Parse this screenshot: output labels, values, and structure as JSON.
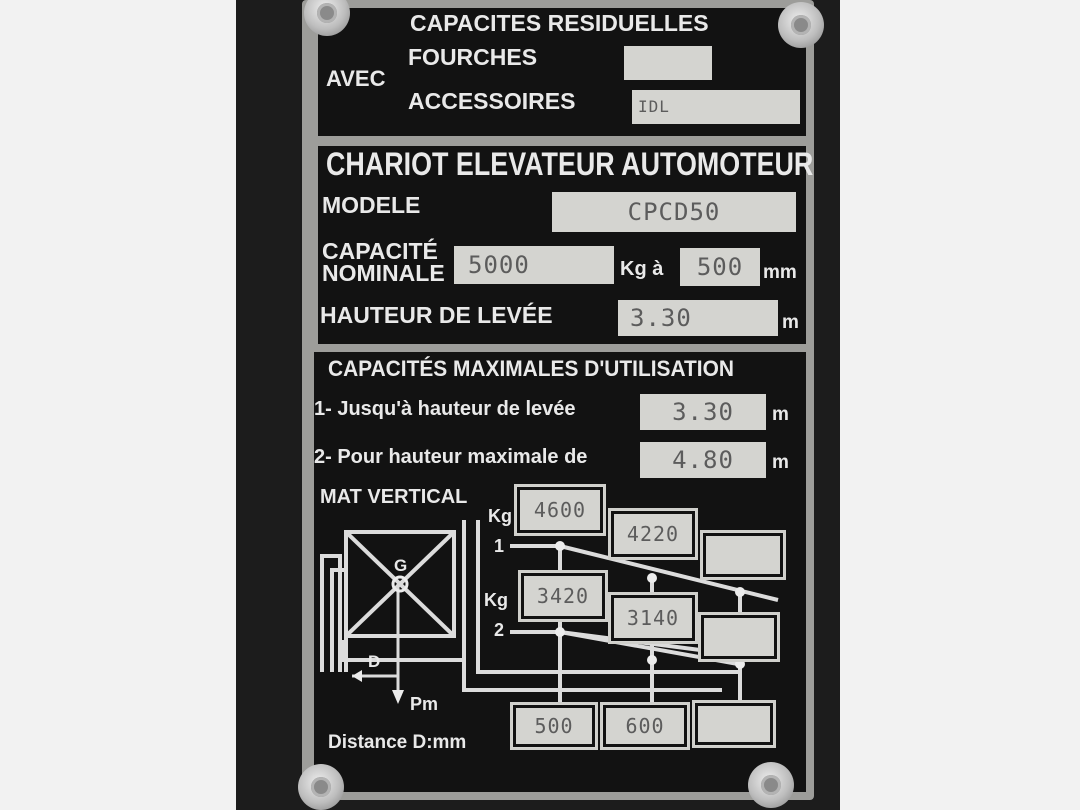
{
  "residual": {
    "title": "CAPACITES RESIDUELLES",
    "avec": "AVEC",
    "fourches": "FOURCHES",
    "fourches_value": "",
    "accessoires": "ACCESSOIRES",
    "accessoires_value": "IDL"
  },
  "main": {
    "title": "CHARIOT ELEVATEUR AUTOMOTEUR",
    "modele_label": "MODELE",
    "modele_value": "CPCD50",
    "capacite_label_1": "CAPACITÉ",
    "capacite_label_2": "NOMINALE",
    "capacite_value": "5000",
    "kg_a": "Kg à",
    "distance_value": "500",
    "mm": "mm",
    "hauteur_label": "HAUTEUR DE LEVÉE",
    "hauteur_value": "3.30",
    "m": "m"
  },
  "max": {
    "title": "CAPACITÉS MAXIMALES D'UTILISATION",
    "line1_label": "1- Jusqu'à hauteur de levée",
    "line1_value": "3.30",
    "line2_label": "2- Pour hauteur maximale de",
    "line2_value": "4.80",
    "unit_m": "m"
  },
  "diagram": {
    "mat_vertical": "MAT VERTICAL",
    "kg": "Kg",
    "row1": "1",
    "row2": "2",
    "g": "G",
    "d": "D",
    "pm": "Pm",
    "distance_label": "Distance D:mm",
    "row1_values": [
      "4600",
      "4220",
      ""
    ],
    "row2_values": [
      "3420",
      "3140",
      ""
    ],
    "distances": [
      "500",
      "600",
      ""
    ]
  },
  "colors": {
    "plate": "#9d9d9a",
    "panel": "#121212",
    "field": "#d4d4d0",
    "text": "#e9e9e9"
  }
}
